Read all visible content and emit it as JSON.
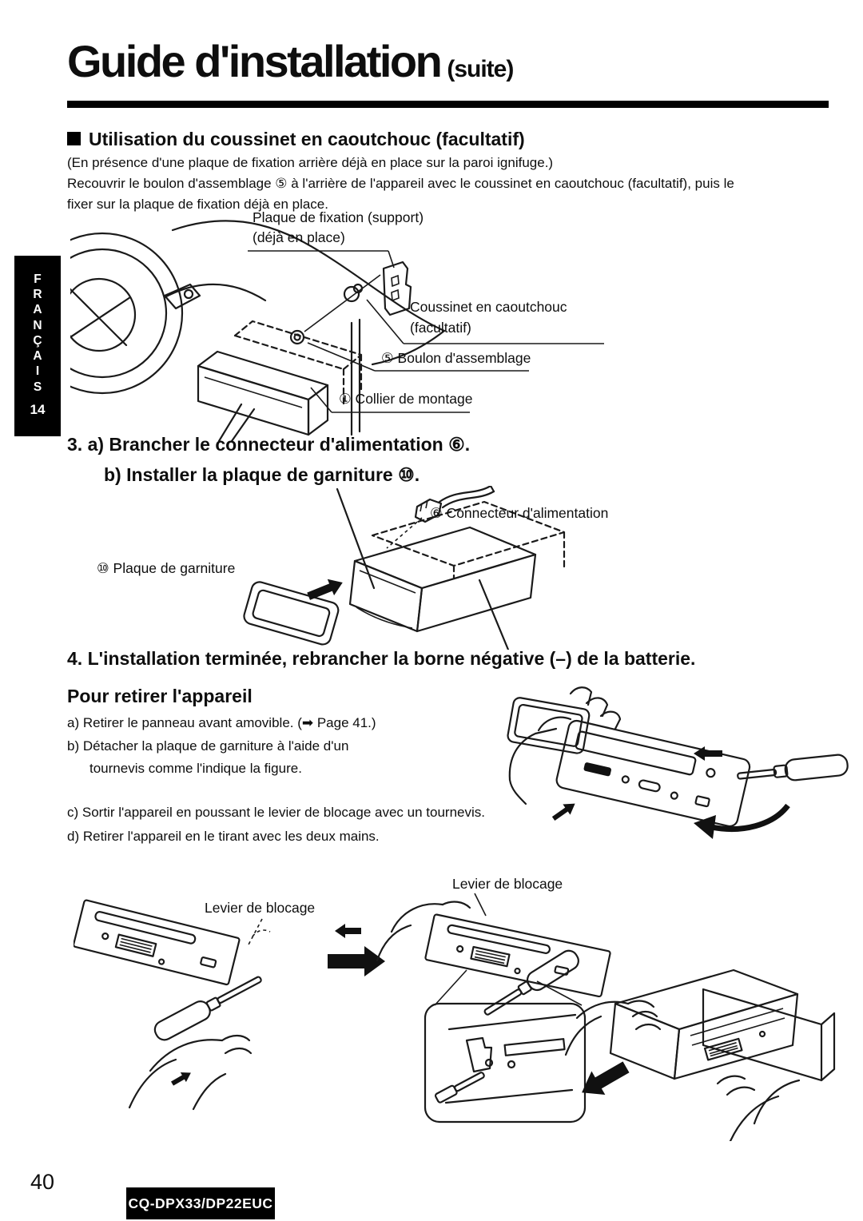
{
  "page": {
    "title": "Guide d'installation",
    "title_suffix": "(suite)",
    "footer_page_number": "40",
    "footer_model": "CQ-DPX33/DP22EUC"
  },
  "sidebar": {
    "language_vertical": "F\nR\nA\nN\nÇ\nA\nI\nS",
    "page_ref": "14"
  },
  "section_cushion": {
    "heading": "Utilisation du coussinet en caoutchouc (facultatif)",
    "lines": [
      "(En présence d'une plaque de fixation arrière déjà en place sur la paroi ignifuge.)",
      "Recouvrir le boulon d'assemblage ⑤ à l'arrière de l'appareil avec le coussinet en caoutchouc (facultatif), puis le",
      "fixer sur la plaque de fixation déjà en place."
    ]
  },
  "figure_cushion": {
    "labels": {
      "bracket_line1": "Plaque de fixation (support)",
      "bracket_line2": "(déjà en place)",
      "cushion_line1": "Coussinet en caoutchouc",
      "cushion_line2": "(facultatif)",
      "bolt": "⑤ Boulon d'assemblage",
      "collar": "① Collier de montage"
    }
  },
  "step3": {
    "line_a": "3. a) Brancher le connecteur d'alimentation ⑥.",
    "line_b": "b) Installer la plaque de garniture ⑩."
  },
  "figure_install": {
    "labels": {
      "connector": "⑥ Connecteur d'alimentation",
      "trim_plate": "⑩ Plaque de garniture"
    }
  },
  "step4": {
    "text": "4. L'installation terminée, rebrancher la borne négative (–) de la batterie."
  },
  "removal": {
    "heading": "Pour retirer l'appareil",
    "item_a": "a) Retirer le panneau avant amovible. (➡ Page 41.)",
    "item_b_line1": "b) Détacher la plaque de garniture à l'aide d'un",
    "item_b_line2": "tournevis comme l'indique la figure.",
    "item_c": "c) Sortir l'appareil en poussant le levier de blocage avec un tournevis.",
    "item_d": "d) Retirer l'appareil en le tirant avec les deux mains."
  },
  "figure_removal": {
    "labels": {
      "lock_lever_left": "Levier de blocage",
      "lock_lever_right": "Levier de blocage"
    }
  }
}
